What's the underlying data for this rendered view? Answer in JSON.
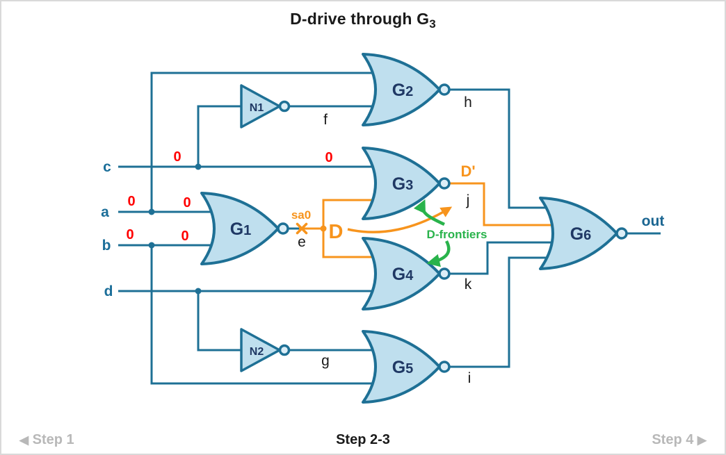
{
  "title": {
    "main": "D-drive through G",
    "sub": "3"
  },
  "colors": {
    "wire_teal": "#1E7095",
    "gate_fill": "#BFDFEE",
    "gate_label_navy": "#1F3864",
    "input_label_blue": "#1B6E99",
    "fault_orange": "#F7941D",
    "frontier_green": "#29B34B",
    "value_red": "#FF0000",
    "step_inactive_gray": "#B8B8B8"
  },
  "inputs": {
    "a": "a",
    "b": "b",
    "c": "c",
    "d": "d"
  },
  "values": {
    "zeros": [
      "0",
      "0",
      "0",
      "0",
      "0",
      "0"
    ]
  },
  "gates": {
    "g1": {
      "name": "G",
      "num": "1"
    },
    "g2": {
      "name": "G",
      "num": "2"
    },
    "g3": {
      "name": "G",
      "num": "3"
    },
    "g4": {
      "name": "G",
      "num": "4"
    },
    "g5": {
      "name": "G",
      "num": "5"
    },
    "g6": {
      "name": "G",
      "num": "6"
    },
    "n1": {
      "name": "N1"
    },
    "n2": {
      "name": "N2"
    }
  },
  "nets": {
    "e": "e",
    "f": "f",
    "g": "g",
    "h": "h",
    "i": "i",
    "j": "j",
    "k": "k",
    "out": "out"
  },
  "fault": {
    "label": "sa0"
  },
  "signals": {
    "d": "D",
    "d_prime": "D'"
  },
  "annotations": {
    "d_frontiers": "D-frontiers"
  },
  "footer": {
    "prev_arrow": "◀",
    "prev": "Step 1",
    "current": "Step 2-3",
    "next": "Step 4",
    "next_arrow": "▶"
  }
}
